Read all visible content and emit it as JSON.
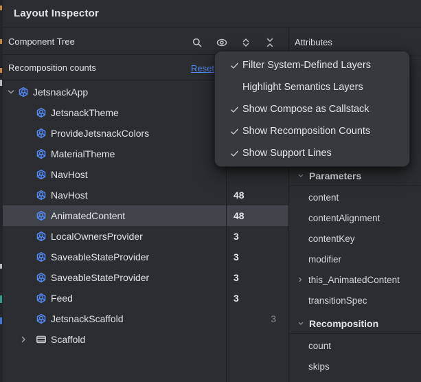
{
  "colors": {
    "panel_bg": "#2b2d31",
    "popup_bg": "#36393e",
    "divider": "#1e2023",
    "selection_bg": "#40434a",
    "text_primary": "#e0e2e6",
    "text_dim": "#8a8e96",
    "accent_blue": "#548af7",
    "icon_gray": "#c2c6cc",
    "edge_tick_orange": "#c8873f",
    "edge_tick_teal": "#2f9d8a",
    "edge_tick_blue": "#3d79d2"
  },
  "titlebar": {
    "title": "Layout Inspector"
  },
  "tree_panel": {
    "header": {
      "title": "Component Tree",
      "icons": [
        "search-icon",
        "eye-icon",
        "expand-all-icon",
        "collapse-all-icon"
      ]
    },
    "banner": {
      "label": "Recomposition counts",
      "reset": "Reset"
    },
    "nodes": [
      {
        "label": "JetsnackApp",
        "icon": "compose-icon",
        "level": 0,
        "chevron": "expanded",
        "count": "",
        "selected": false
      },
      {
        "label": "JetsnackTheme",
        "icon": "compose-icon",
        "level": 1,
        "count": "",
        "selected": false
      },
      {
        "label": "ProvideJetsnackColors",
        "icon": "compose-icon",
        "level": 1,
        "count": "",
        "selected": false
      },
      {
        "label": "MaterialTheme",
        "icon": "compose-icon",
        "level": 1,
        "count": "",
        "selected": false
      },
      {
        "label": "NavHost",
        "icon": "compose-icon",
        "level": 1,
        "count": "",
        "selected": false
      },
      {
        "label": "NavHost",
        "icon": "compose-icon",
        "level": 1,
        "count": "48",
        "selected": false
      },
      {
        "label": "AnimatedContent",
        "icon": "compose-icon",
        "level": 1,
        "count": "48",
        "selected": true
      },
      {
        "label": "LocalOwnersProvider",
        "icon": "compose-icon",
        "level": 1,
        "count": "3",
        "selected": false
      },
      {
        "label": "SaveableStateProvider",
        "icon": "compose-icon",
        "level": 1,
        "count": "3",
        "selected": false
      },
      {
        "label": "SaveableStateProvider",
        "icon": "compose-icon",
        "level": 1,
        "count": "3",
        "selected": false
      },
      {
        "label": "Feed",
        "icon": "compose-icon",
        "level": 1,
        "count": "3",
        "selected": false
      },
      {
        "label": "JetsnackScaffold",
        "icon": "compose-icon",
        "level": 1,
        "count": "3",
        "count_dim": true,
        "selected": false
      },
      {
        "label": "Scaffold",
        "icon": "view-icon",
        "level": 1,
        "chevron": "collapsed",
        "count": "",
        "selected": false
      }
    ]
  },
  "options_menu": {
    "items": [
      {
        "label": "Filter System-Defined Layers",
        "checked": true
      },
      {
        "label": "Highlight Semantics Layers",
        "checked": false
      },
      {
        "label": "Show Compose as Callstack",
        "checked": true
      },
      {
        "label": "Show Recomposition Counts",
        "checked": true
      },
      {
        "label": "Show Support Lines",
        "checked": true
      }
    ]
  },
  "attributes_panel": {
    "title": "Attributes",
    "sections": [
      {
        "label": "Parameters",
        "items": [
          "content",
          "contentAlignment",
          "contentKey",
          "modifier",
          "this_AnimatedContent",
          "transitionSpec"
        ]
      },
      {
        "label": "Recomposition",
        "items": [
          "count",
          "skips"
        ]
      }
    ]
  }
}
